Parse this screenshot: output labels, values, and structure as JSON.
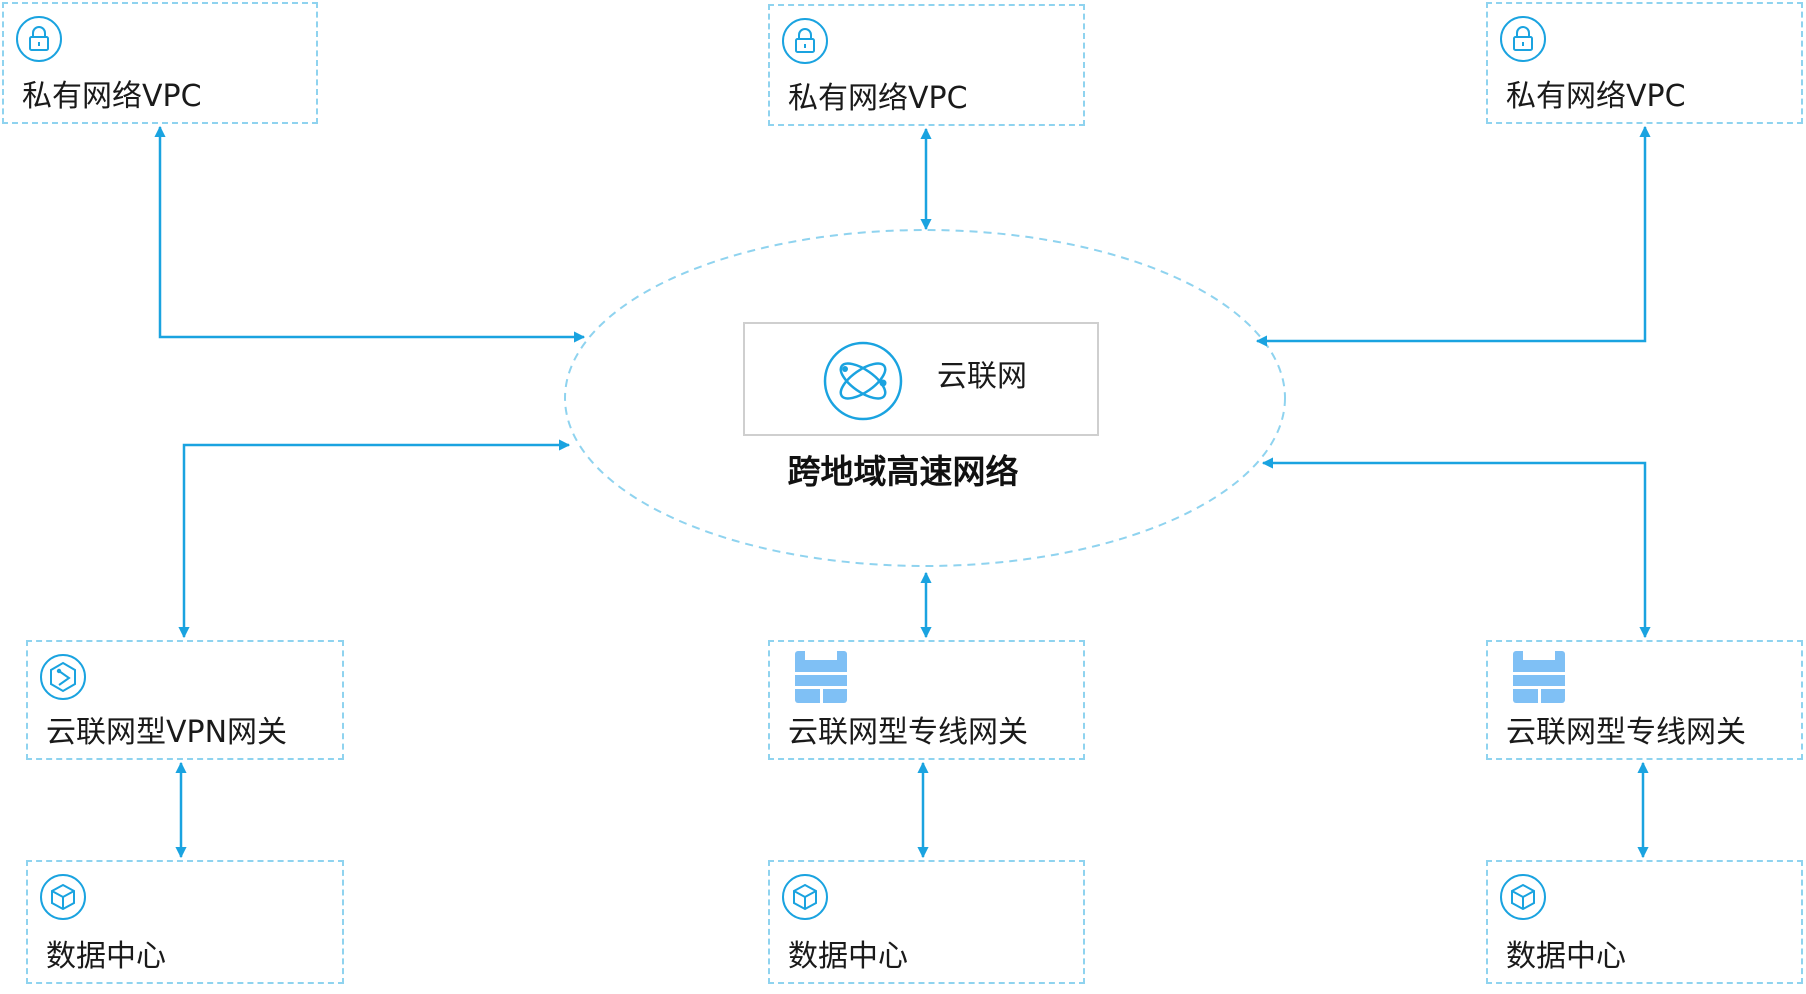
{
  "colors": {
    "accent": "#1aa3e0",
    "dashed_border": "#8fd3ef",
    "icon_light": "#7fc0f5",
    "center_border": "#cfcfcf"
  },
  "center": {
    "ccn_label": "云联网",
    "ccn_icon": "atom-network-icon",
    "region_title": "跨地域高速网络"
  },
  "nodes": {
    "vpc_1": {
      "label": "私有网络VPC",
      "icon": "lock-icon"
    },
    "vpc_2": {
      "label": "私有网络VPC",
      "icon": "lock-icon"
    },
    "vpc_3": {
      "label": "私有网络VPC",
      "icon": "lock-icon"
    },
    "vpn_gateway": {
      "label": "云联网型VPN网关",
      "icon": "vpn-gateway-icon"
    },
    "dc_gateway_2": {
      "label": "云联网型专线网关",
      "icon": "dedicated-line-gateway-icon"
    },
    "dc_gateway_3": {
      "label": "云联网型专线网关",
      "icon": "dedicated-line-gateway-icon"
    },
    "data_center_1": {
      "label": "数据中心",
      "icon": "cube-icon"
    },
    "data_center_2": {
      "label": "数据中心",
      "icon": "cube-icon"
    },
    "data_center_3": {
      "label": "数据中心",
      "icon": "cube-icon"
    }
  }
}
